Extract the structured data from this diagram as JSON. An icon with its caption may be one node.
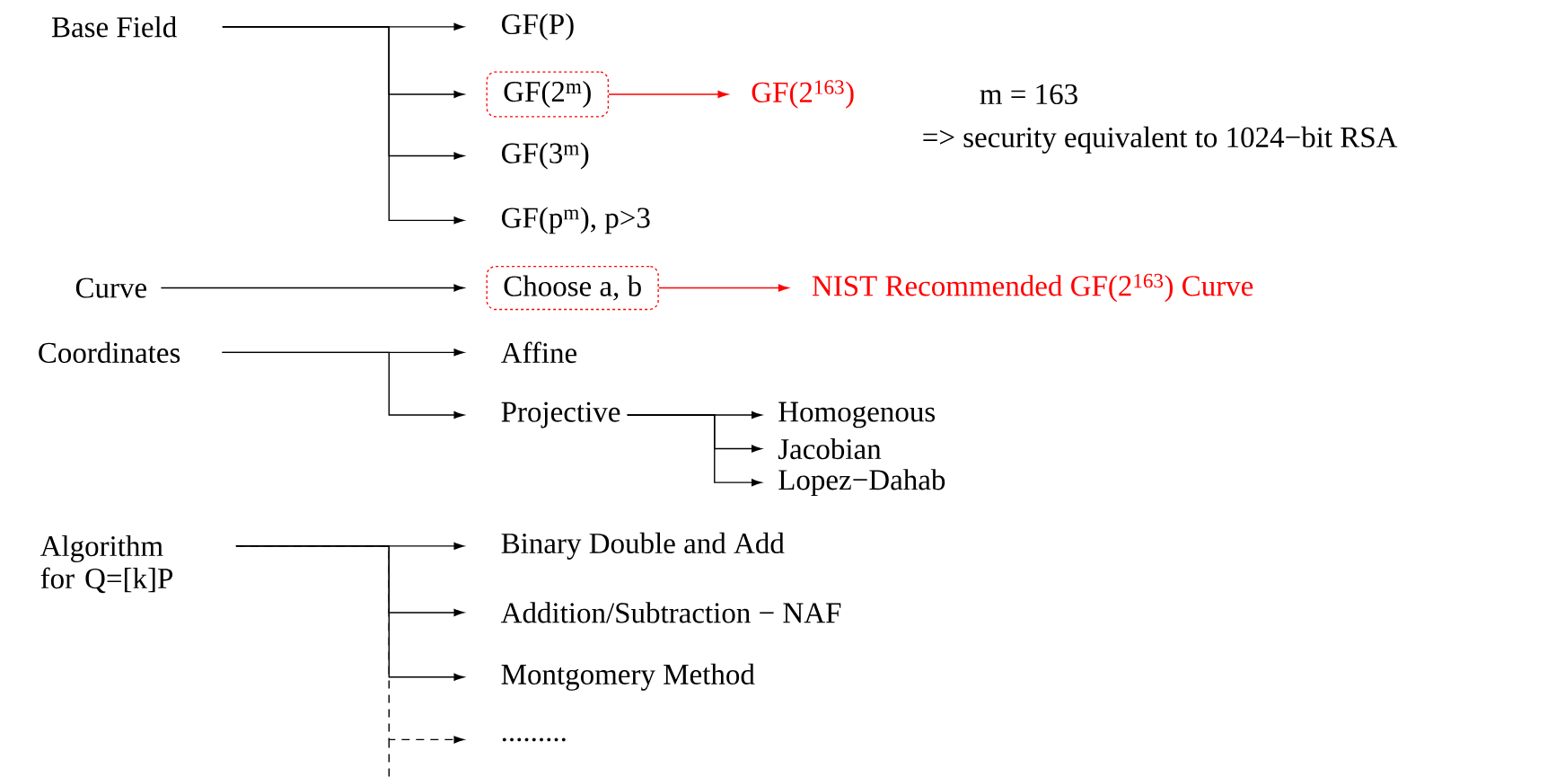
{
  "diagram": {
    "nodes": [
      {
        "text": [
          "Base Field"
        ]
      },
      {
        "text": [
          "GF(P)"
        ]
      },
      {
        "text": [
          "GF(2$^{m}$)"
        ]
      },
      {
        "text": [
          "GF(2$^{163}$)"
        ]
      },
      {
        "text": [
          "GF(3$^{m}$)"
        ]
      },
      {
        "text": [
          "GF(p$^{m}$), p>3"
        ]
      },
      {
        "text": [
          "Curve"
        ]
      },
      {
        "text": [
          "Choose a, b"
        ]
      },
      {
        "text": [
          "NIST Recommended GF(2$^{163}$) Curve"
        ]
      },
      {
        "text": [
          "Coordinates"
        ]
      },
      {
        "text": [
          "Affine"
        ]
      },
      {
        "text": [
          "Projective"
        ]
      },
      {
        "text": [
          "Homogenous"
        ]
      },
      {
        "text": [
          "Jacobian"
        ]
      },
      {
        "text": [
          "Lopez−Dahab"
        ]
      },
      {
        "text": [
          "Algorithm for Q=[k]P"
        ]
      },
      {
        "text": [
          "Binary Double and Add"
        ]
      },
      {
        "text": [
          "Addition/Subtraction − NAF"
        ]
      },
      {
        "text": [
          "Montgomery Method"
        ]
      },
      {
        "text": [
          "........."
        ]
      }
    ],
    "edges": [
      {
        "from": 0,
        "to": 1,
        "arrow": "to"
      },
      {
        "from": 0,
        "to": 2,
        "arrow": "to"
      },
      {
        "from": 0,
        "to": 4,
        "arrow": "to"
      },
      {
        "from": 0,
        "to": 5,
        "arrow": "to"
      },
      {
        "from": 2,
        "to": 3,
        "arrow": "to",
        "color": "#ff0000"
      },
      {
        "from": 6,
        "to": 7,
        "arrow": "to"
      },
      {
        "from": 7,
        "to": 8,
        "arrow": "to",
        "color": "#ff0000"
      },
      {
        "from": 9,
        "to": 10,
        "arrow": "to"
      },
      {
        "from": 9,
        "to": 11,
        "arrow": "to"
      },
      {
        "from": 11,
        "to": 12,
        "arrow": "to"
      },
      {
        "from": 11,
        "to": 13,
        "arrow": "to"
      },
      {
        "from": 11,
        "to": 14,
        "arrow": "to"
      },
      {
        "from": 15,
        "to": 16,
        "arrow": "to"
      },
      {
        "from": 15,
        "to": 17,
        "arrow": "to"
      },
      {
        "from": 15,
        "to": 18,
        "arrow": "to"
      },
      {
        "from": 15,
        "to": 19,
        "arrow": "to",
        "style": "dashed"
      }
    ],
    "labels": [
      "m = 163",
      "=> security equivalent to 1024−bit RSA"
    ]
  }
}
